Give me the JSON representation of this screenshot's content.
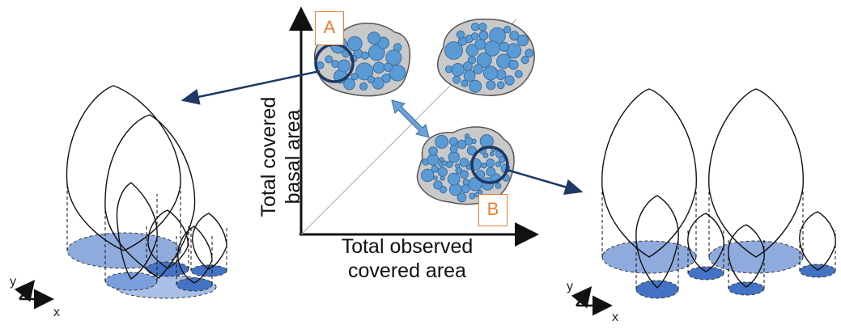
{
  "axes": {
    "x_label_line1": "Total observed",
    "x_label_line2": "covered area",
    "y_label_line1": "Total covered",
    "y_label_line2": "basal area"
  },
  "markers": {
    "a": "A",
    "b": "B"
  },
  "coord_axes": {
    "x": "x",
    "y": "y"
  },
  "colors": {
    "droplet_fill": "#5b9bd5",
    "droplet_stroke": "#3d6f9f",
    "patch_fill": "#c9c9c9",
    "tag_orange": "#ed7d31",
    "zoom_navy": "#1f3864",
    "footprint_light": "#8faadc",
    "footprint_dark": "#4472c4"
  },
  "icons": [
    "magnifier-circle-icon",
    "double-arrow-icon",
    "pointer-arrow-icon"
  ]
}
